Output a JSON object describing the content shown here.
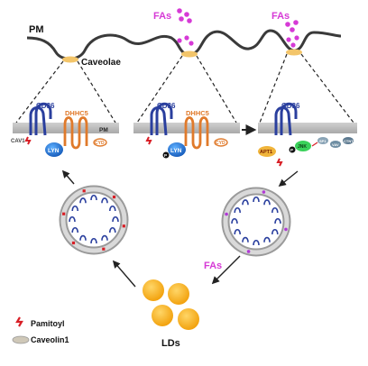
{
  "labels": {
    "pm": "PM",
    "caveolae": "Caveolae",
    "fas_top_1": "FAs",
    "fas_top_2": "FAs",
    "fas_mid": "FAs",
    "lds": "LDs"
  },
  "panels": [
    {
      "cd36": "CD36",
      "dhhc5": "DHHC5",
      "pm": "PM",
      "cav1": "CAV1",
      "lyn": "LYN",
      "cyd": "CYD"
    },
    {
      "cd36": "CD36",
      "dhhc5": "DHHC5",
      "lyn": "LYN",
      "cyd": "CYD",
      "p": "P"
    },
    {
      "cd36": "CD36",
      "apt1": "APT1",
      "jnk": "JNK",
      "sp1": "SP1",
      "vav": "VAV",
      "ctnt": "CTNT",
      "p": "P"
    }
  ],
  "legend": {
    "palmitoyl": "Pamitoyl",
    "caveolin": "Caveolin1"
  },
  "colors": {
    "membrane": "#bdbdbd",
    "cd36": "#2a3f9e",
    "dhhc5": "#e07a2b",
    "lyn": "#1f6fd1",
    "palmitoyl": "#d81f26",
    "fa": "#d63ad6",
    "ld": "#f7b322",
    "caveolae": "#f3c56a",
    "apt1": "#f0b43a",
    "jnk": "#3ad15a"
  }
}
